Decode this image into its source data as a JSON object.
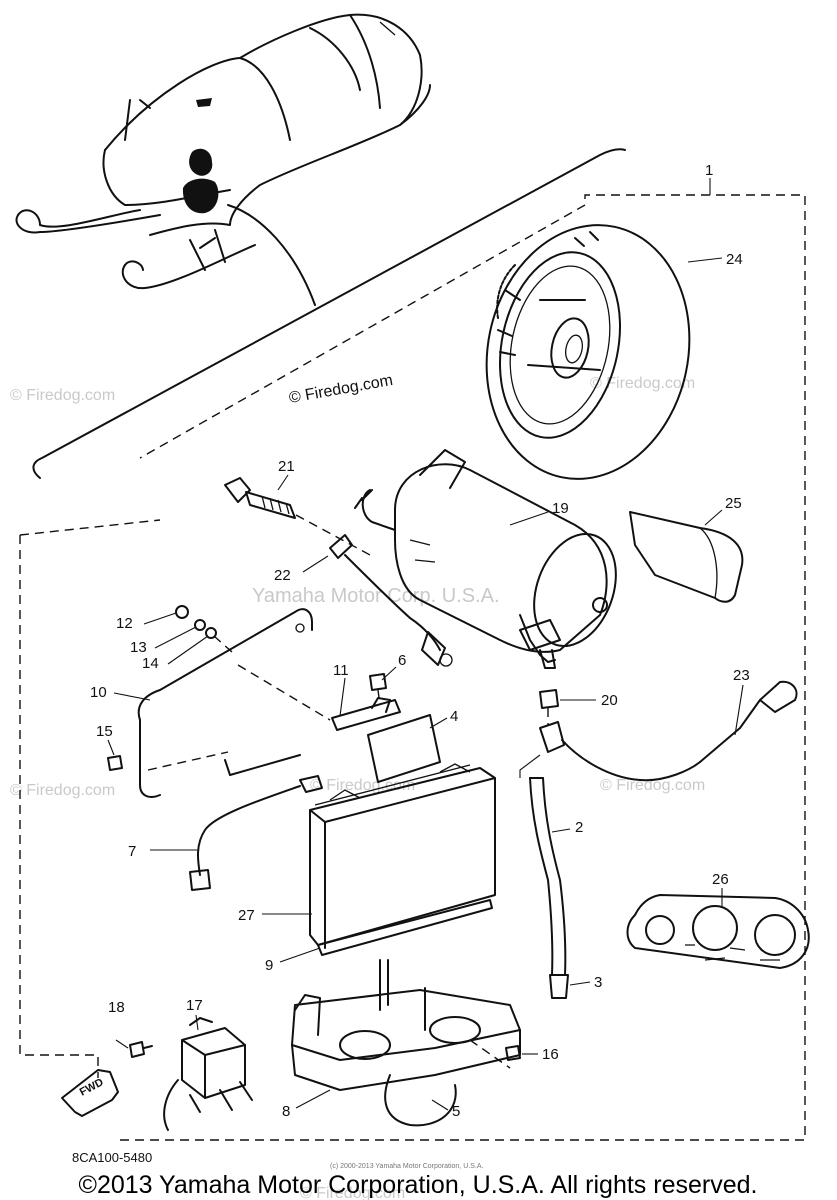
{
  "watermarks": {
    "firedog_main": "© Firedog.com",
    "firedog_faint": "© Firedog.com",
    "yamaha": "Yamaha Motor Corp. U.S.A."
  },
  "callouts": [
    "1",
    "2",
    "3",
    "4",
    "5",
    "6",
    "7",
    "8",
    "9",
    "10",
    "11",
    "12",
    "13",
    "14",
    "15",
    "16",
    "17",
    "18",
    "19",
    "20",
    "21",
    "22",
    "23",
    "24",
    "25",
    "26",
    "27"
  ],
  "forward_marker": "FWD",
  "diagram_code": "8CA100-5480",
  "small_notice": "(c) 2000-2013 Yamaha Motor Corporation, U.S.A.",
  "copyright": "©2013 Yamaha Motor Corporation, U.S.A. All rights reserved.",
  "colors": {
    "ink": "#111111",
    "watermark": "#c9c9c9",
    "background": "#ffffff"
  }
}
